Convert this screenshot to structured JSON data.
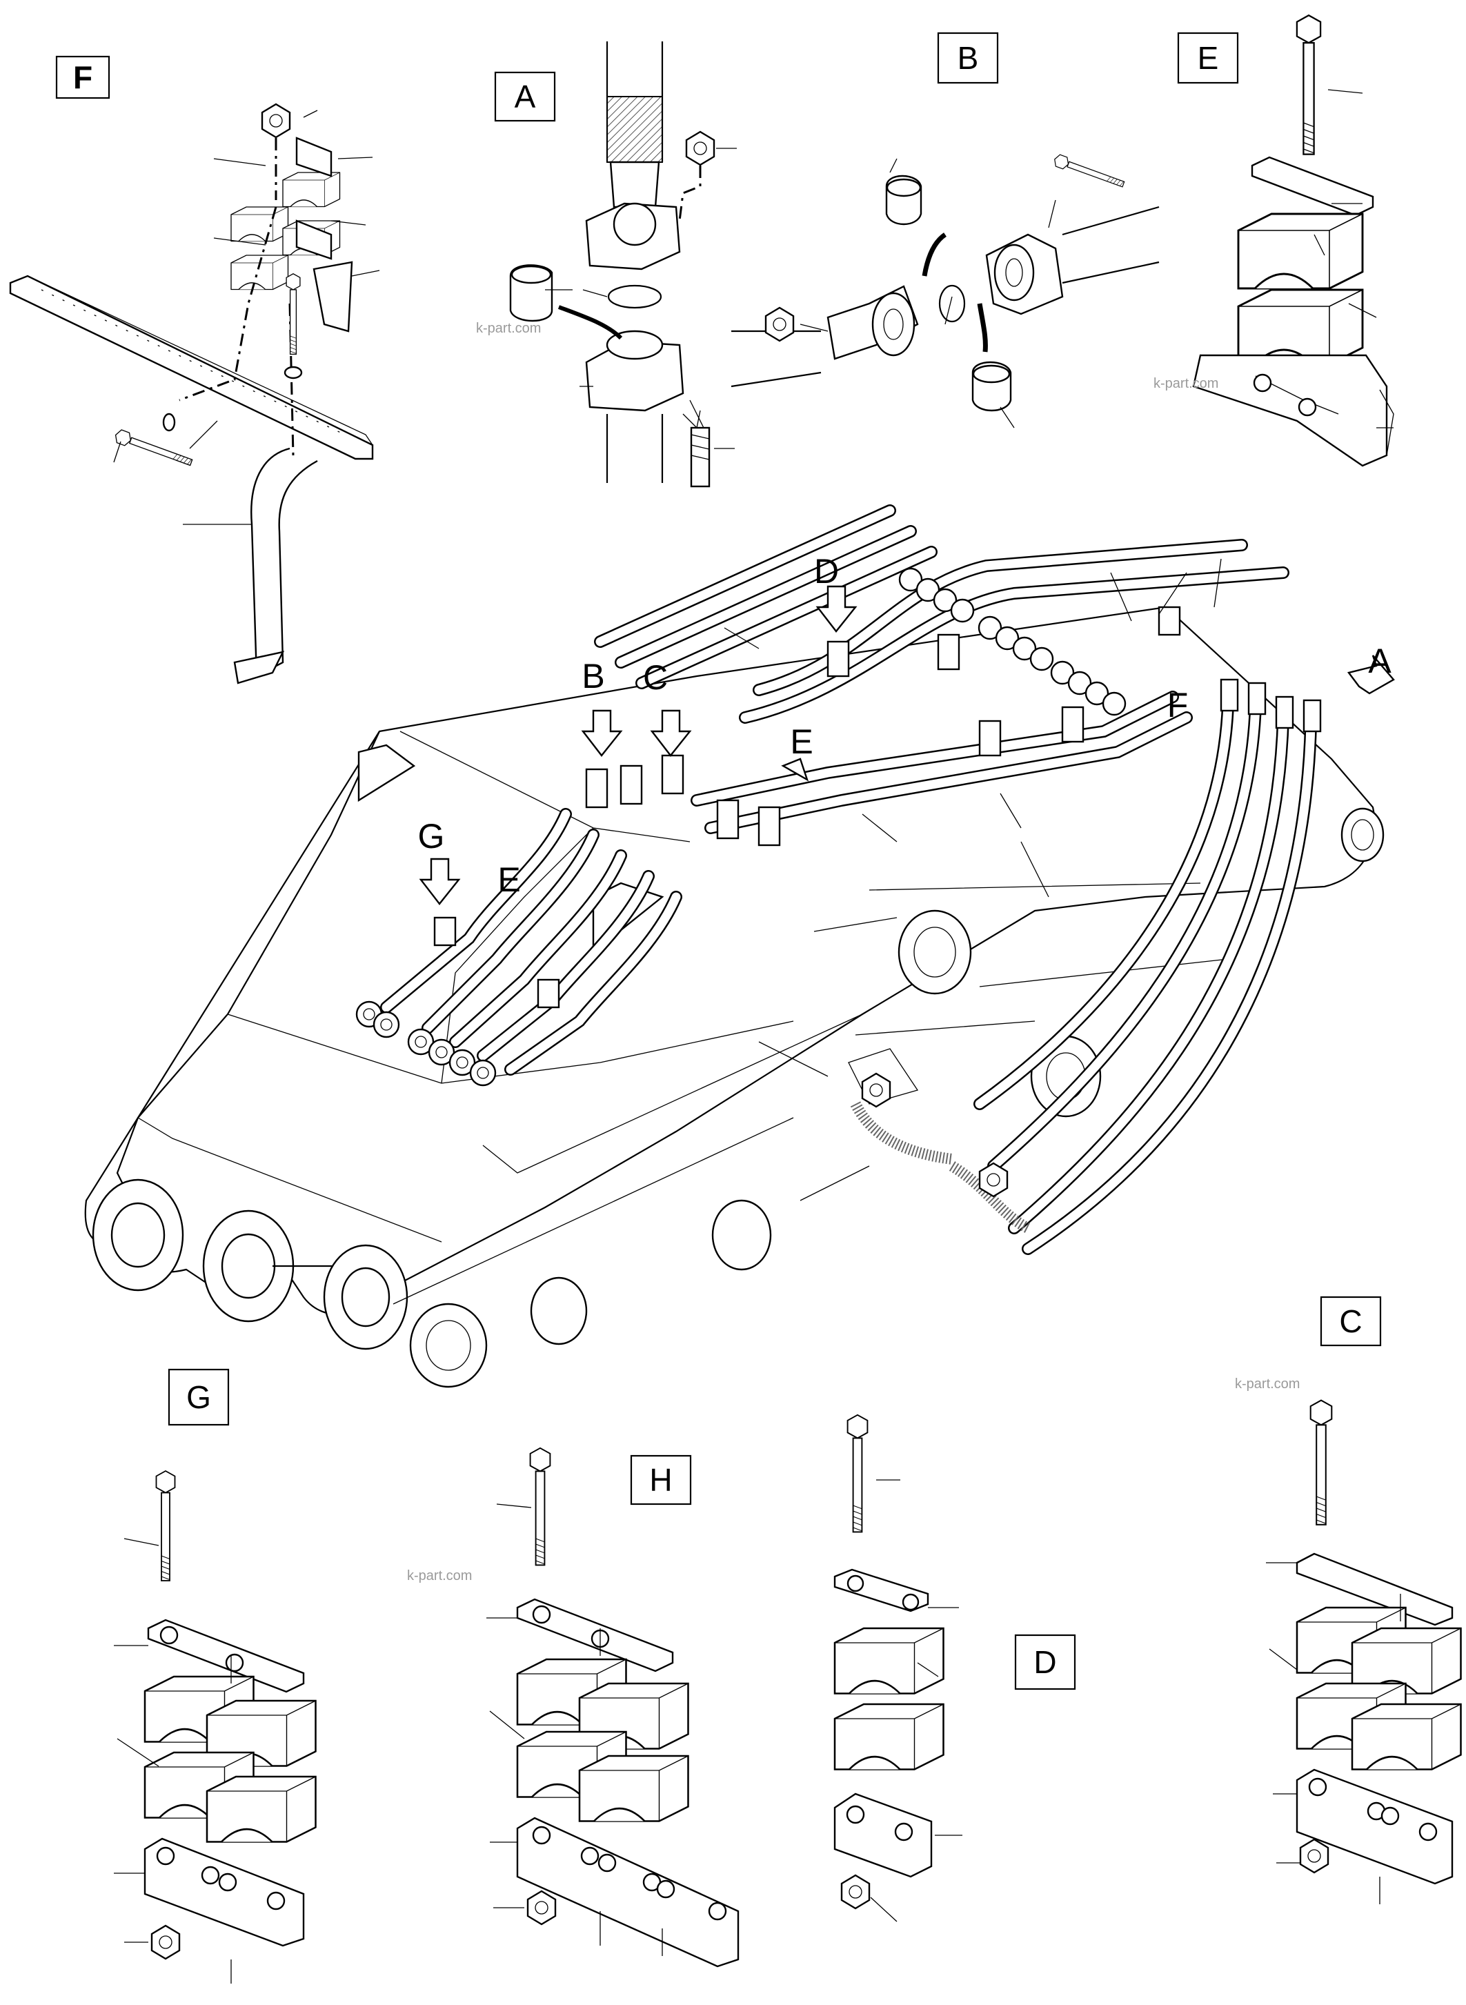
{
  "sheet": {
    "views": {
      "F": "F",
      "A": "A",
      "B": "B",
      "E": "E",
      "G": "G",
      "H": "H",
      "D": "D",
      "C": "C"
    },
    "callouts": {
      "D": "D",
      "B": "B",
      "C": "C",
      "E1": "E",
      "F": "F",
      "A": "A",
      "G": "G",
      "E2": "E"
    },
    "watermarks": {
      "a": "k-part.com",
      "b": "k-part.com",
      "c": "k-part.com",
      "d": "k-part.com"
    }
  }
}
